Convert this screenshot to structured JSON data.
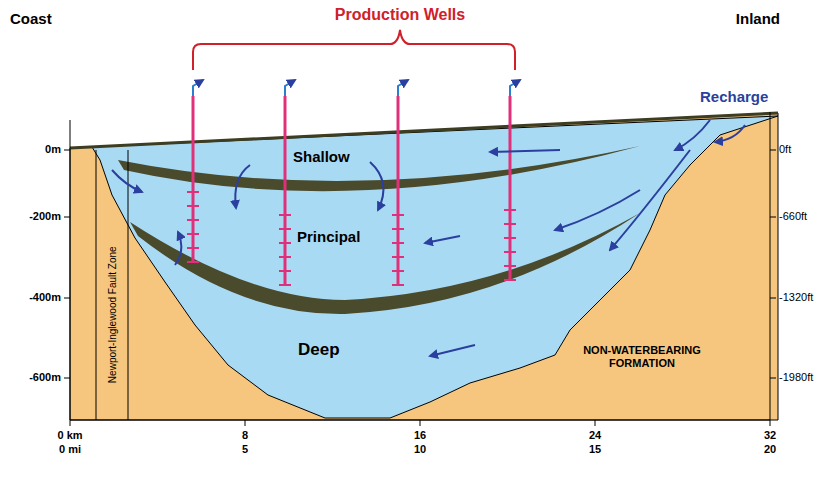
{
  "diagram": {
    "labels": [
      "Production Wells",
      "Coast",
      "Inland",
      "Recharge",
      "Shallow",
      "Principal",
      "Deep",
      "NON-WATERBEARING FORMATION",
      "Newport-Inglewood Fault Zone",
      "0m",
      "-200m",
      "-400m",
      "-600m",
      "0ft",
      "-660ft",
      "-1320ft",
      "-1980ft",
      "0 km",
      "0 mi",
      "8",
      "5",
      "16",
      "10",
      "24",
      "15",
      "32",
      "20"
    ]
  }
}
